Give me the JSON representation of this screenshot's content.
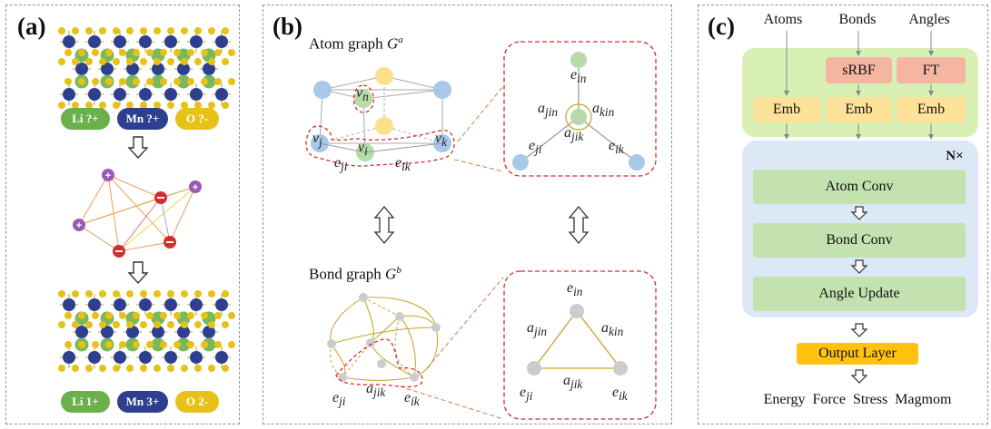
{
  "panel_a": {
    "label": "(a)",
    "top_ions": {
      "li": "Li ?+",
      "mn": "Mn ?+",
      "o": "O ?-"
    },
    "bottom_ions": {
      "li": "Li 1+",
      "mn": "Mn 3+",
      "o": "O 2-"
    },
    "colors": {
      "li": "#6ab04c",
      "mn": "#2d3f8e",
      "o": "#e6c219",
      "plus": "#9b59b6",
      "minus": "#d62c2c"
    }
  },
  "panel_b": {
    "label": "(b)",
    "atom_graph_title": "Atom graph",
    "atom_graph_symbol": "G",
    "atom_graph_sup": "a",
    "bond_graph_title": "Bond graph",
    "bond_graph_symbol": "G",
    "bond_graph_sup": "b",
    "nodes": {
      "vn": "v",
      "vn_sub": "n",
      "vj": "v",
      "vj_sub": "j",
      "vi": "v",
      "vi_sub": "i",
      "vk": "v",
      "vk_sub": "k"
    },
    "edges": {
      "eji": "e",
      "eji_sub": "ji",
      "eik": "e",
      "eik_sub": "ik",
      "ein": "e",
      "ein_sub": "in"
    },
    "angles": {
      "ajin": "a",
      "ajin_sub": "jin",
      "akin": "a",
      "akin_sub": "kin",
      "ajik": "a",
      "ajik_sub": "jik"
    },
    "colors": {
      "blue_node": "#a8c8e8",
      "green_node": "#b7dba8",
      "yellow_node": "#ffe08a",
      "gray_node": "#cccccc",
      "highlight": "#d62c2c",
      "bond_edge": "#c9a227"
    }
  },
  "panel_c": {
    "label": "(c)",
    "inputs": [
      "Atoms",
      "Bonds",
      "Angles"
    ],
    "featurizers": [
      "sRBF",
      "FT"
    ],
    "emb_labels": [
      "Emb",
      "Emb",
      "Emb"
    ],
    "repeat_label": "N×",
    "layers": [
      "Atom Conv",
      "Bond Conv",
      "Angle Update"
    ],
    "output_layer": "Output Layer",
    "outputs": "Energy  Force  Stress  Magmom",
    "colors": {
      "embed_bg": "#d8f0b4",
      "emb_box": "#ffe29a",
      "feat_box": "#f4b6a0",
      "block_bg": "#dce8f6",
      "layer_box": "#c3e2b0",
      "output_box": "#ffc20e"
    }
  }
}
